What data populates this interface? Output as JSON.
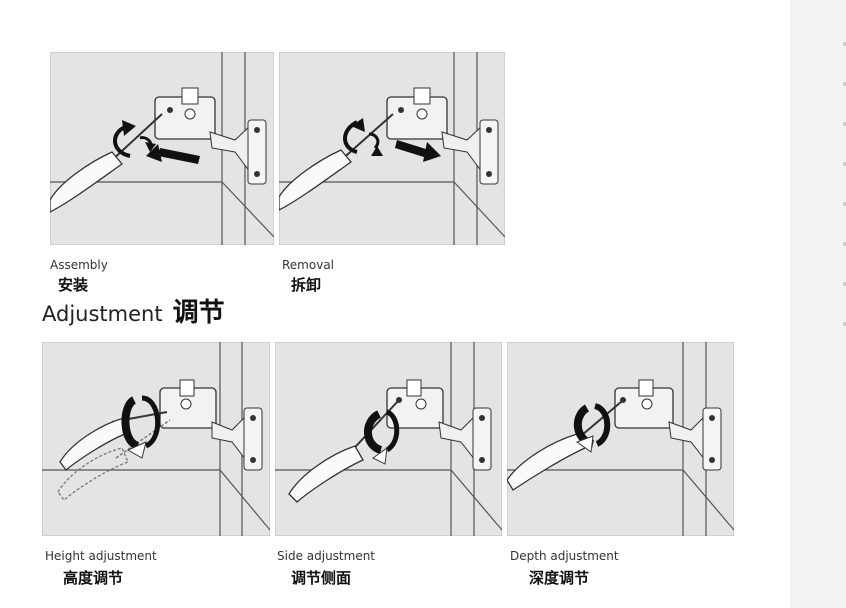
{
  "top": {
    "assembly": {
      "en": "Assembly",
      "zh": "安装"
    },
    "removal": {
      "en": "Removal",
      "zh": "拆卸"
    }
  },
  "section": {
    "en": "Adjustment",
    "zh": "调节"
  },
  "bottom": {
    "height": {
      "en": "Height adjustment",
      "zh": "高度调节"
    },
    "side": {
      "en": "Side adjustment",
      "zh": "调节侧面"
    },
    "depth": {
      "en": "Depth adjustment",
      "zh": "深度调节"
    }
  },
  "colors": {
    "panel_bg": "#e4e4e4",
    "line": "#555555",
    "arrow": "#1a1a1a",
    "band": "#111111"
  }
}
